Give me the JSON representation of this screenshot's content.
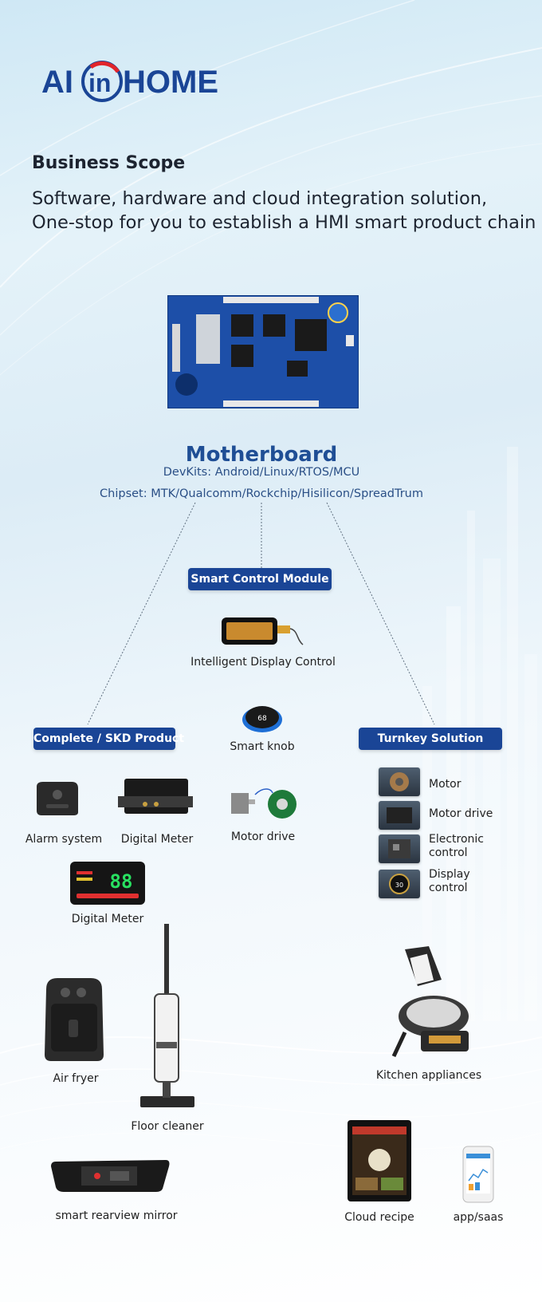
{
  "brand": {
    "logo_part1": "AI",
    "logo_part2": "in",
    "logo_part3": "HOME"
  },
  "intro": {
    "title": "Business Scope",
    "line1": "Software, hardware and cloud integration solution,",
    "line2": "One-stop for you to establish a HMI smart product chain"
  },
  "motherboard": {
    "title": "Motherboard",
    "devkits": "DevKits: Android/Linux/RTOS/MCU",
    "chipset": "Chipset: MTK/Qualcomm/Rockchip/Hisilicon/SpreadTrum"
  },
  "categories": {
    "smart_control": "Smart Control Module",
    "complete": "Complete / SKD Product",
    "turnkey": "Turnkey Solution"
  },
  "products": {
    "intelligent_display": "Intelligent Display Control",
    "smart_knob": "Smart knob",
    "knob_value": "68",
    "alarm_system": "Alarm system",
    "digital_meter": "Digital Meter",
    "motor_drive": "Motor drive",
    "digital_meter_2": "Digital Meter",
    "meter_reading": "88",
    "air_fryer": "Air fryer",
    "floor_cleaner": "Floor cleaner",
    "kitchen": "Kitchen appliances",
    "rearview": "smart rearview mirror",
    "cloud_recipe": "Cloud recipe",
    "app_saas": "app/saas"
  },
  "turnkey_items": {
    "motor": "Motor",
    "motor_drive": "Motor drive",
    "electronic_1": "Electronic",
    "electronic_2": "control",
    "display_1": "Display",
    "display_2": "control",
    "display_value": "30"
  },
  "colors": {
    "brand_blue": "#1a4596",
    "title_blue": "#1f4e95",
    "text": "#1d2430"
  }
}
